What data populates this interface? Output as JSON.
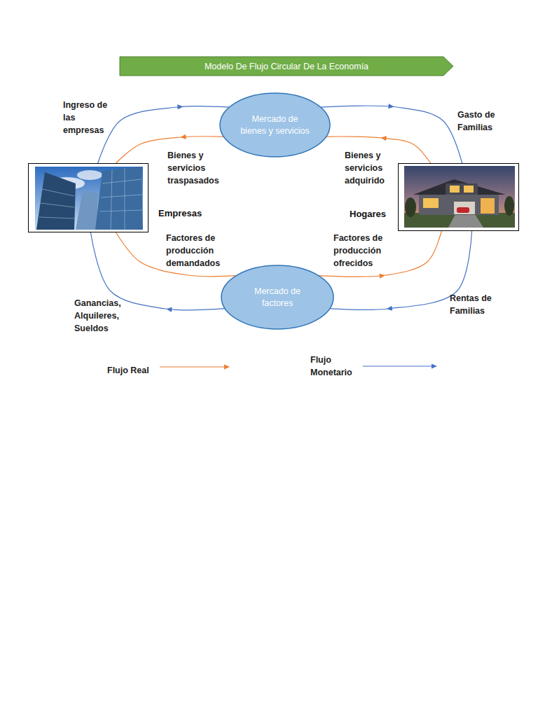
{
  "diagram": {
    "title": "Modelo De Flujo Circular De La Economía",
    "nodes": [
      {
        "text": [
          "Mercado de bienes y servicios"
        ]
      },
      {
        "text": [
          "Empresas"
        ]
      },
      {
        "text": [
          "Hogares"
        ]
      },
      {
        "text": [
          "Mercado de factores"
        ]
      }
    ],
    "edges": [
      {
        "from": 1,
        "to": 0,
        "arrow": "to",
        "label": "Ingreso de las empresas"
      },
      {
        "from": 0,
        "to": 2,
        "arrow": "to",
        "label": "Gasto de Familias"
      },
      {
        "from": 0,
        "to": 1,
        "arrow": "to",
        "label": "Bienes y servicios traspasados"
      },
      {
        "from": 2,
        "to": 0,
        "arrow": "to",
        "label": "Bienes y servicios adquirido"
      },
      {
        "from": 1,
        "to": 3,
        "arrow": "none",
        "label": "Factores de producción demandados"
      },
      {
        "from": 3,
        "to": 2,
        "arrow": "to",
        "label": "Factores de producción ofrecidos"
      },
      {
        "from": 3,
        "to": 1,
        "arrow": "to",
        "label": "Ganancias, Alquileres, Sueldos"
      },
      {
        "from": 2,
        "to": 3,
        "arrow": "to",
        "label": "Rentas de Familias"
      }
    ],
    "legend": [
      {
        "text": "Flujo Real"
      },
      {
        "text": "Flujo Monetario"
      }
    ]
  }
}
